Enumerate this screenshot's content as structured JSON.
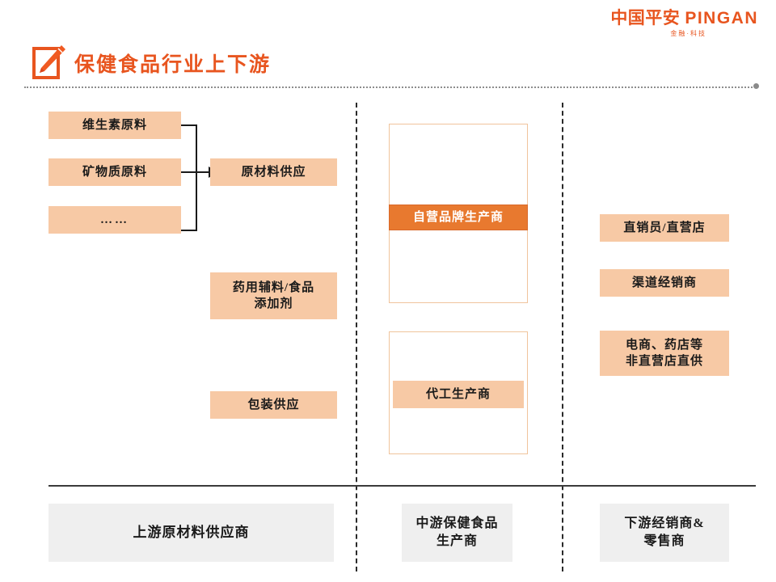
{
  "brand": {
    "logo_cn": "中国平安",
    "logo_en": "PINGAN",
    "logo_tagline": "金融·科技",
    "accent_color": "#e8551f"
  },
  "header": {
    "title": "保健食品行业上下游",
    "icon": "pencil-square-icon"
  },
  "colors": {
    "peach_fill": "#f7c9a5",
    "orange_fill": "#e8792f",
    "card_border": "#f0c49c",
    "gray_fill": "#efefef",
    "divider": "#2a2a2a"
  },
  "upstream": {
    "sources": [
      {
        "label": "维生素原料"
      },
      {
        "label": "矿物质原料"
      },
      {
        "label": "……"
      }
    ],
    "supply": "原材料供应",
    "excipients": "药用辅料/食品\n添加剂",
    "excipients_line1": "药用辅料/食品",
    "excipients_line2": "添加剂",
    "packaging": "包装供应"
  },
  "midstream": {
    "own_brand": "自营品牌生产商",
    "oem": "代工生产商"
  },
  "downstream": {
    "items": [
      {
        "label": "直销员/直营店"
      },
      {
        "label": "渠道经销商"
      },
      {
        "label_line1": "电商、药店等",
        "label_line2": "非直营店直供"
      }
    ]
  },
  "footer": {
    "upstream_label": "上游原材料供应商",
    "midstream_label_line1": "中游保健食品",
    "midstream_label_line2": "生产商",
    "downstream_label_line1": "下游经销商&",
    "downstream_label_line2": "零售商"
  }
}
